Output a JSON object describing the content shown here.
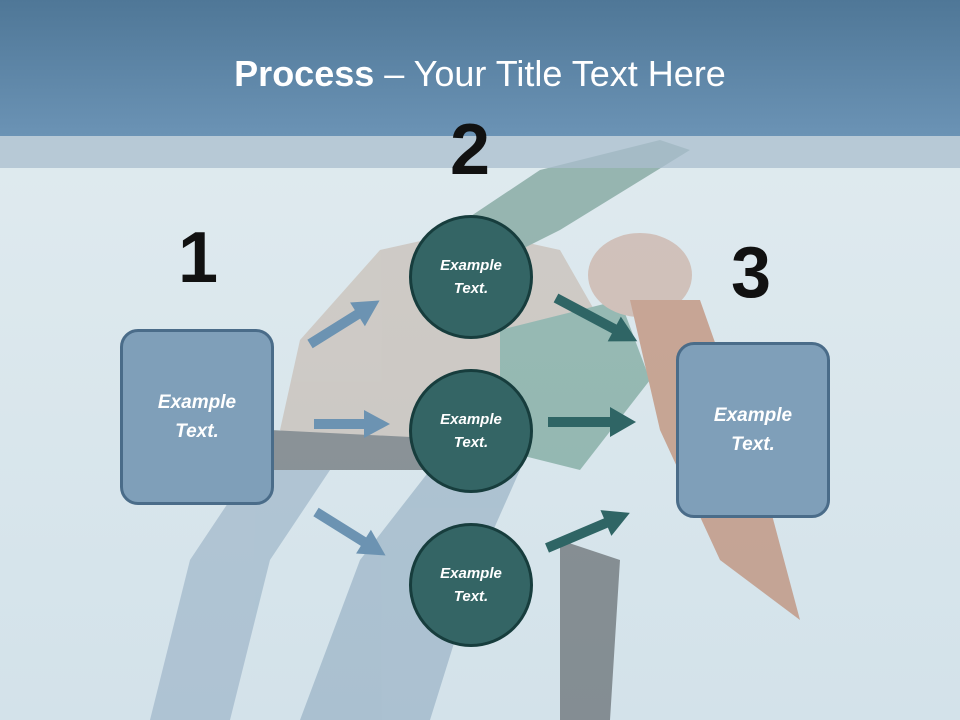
{
  "title": {
    "bold": "Process",
    "rest": " – Your Title Text Here"
  },
  "colors": {
    "header": "#5b84a6",
    "box_fill": "#7f9fb9",
    "circle_fill": "#346565",
    "left_arrows": "#6c93b2",
    "right_arrows": "#2f6565"
  },
  "steps": [
    {
      "number": "1",
      "text": "Example\nText."
    },
    {
      "number": "2",
      "text": "Example\nText."
    },
    {
      "number": "3",
      "text": "Example\nText."
    }
  ],
  "circles": [
    {
      "text": "Example\nText."
    },
    {
      "text": "Example\nText."
    },
    {
      "text": "Example\nText."
    }
  ],
  "background_image": "dancer-photo"
}
